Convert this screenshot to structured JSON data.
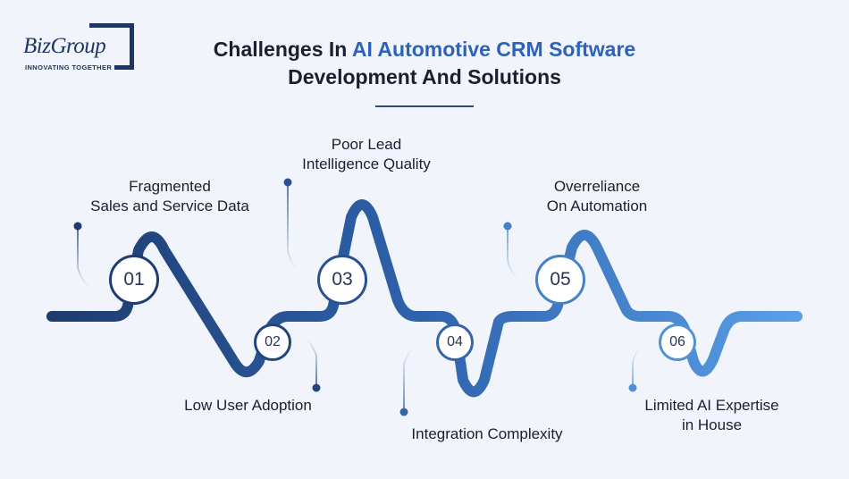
{
  "logo": {
    "name": "BizGroup",
    "tagline": "INNOVATING TOGETHER"
  },
  "title": {
    "prefix": "Challenges In ",
    "highlight": "AI Automotive CRM Software",
    "line2": "Development And Solutions"
  },
  "colors": {
    "accent": "#2c62b8",
    "dark_navy": "#1f3563",
    "wave_start": "#1f3b6f",
    "wave_end": "#5a9fe6"
  },
  "steps": [
    {
      "number": "01",
      "label_line1": "Fragmented",
      "label_line2": "Sales and Service Data"
    },
    {
      "number": "02",
      "label_line1": "Low User Adoption",
      "label_line2": ""
    },
    {
      "number": "03",
      "label_line1": "Poor Lead",
      "label_line2": "Intelligence Quality"
    },
    {
      "number": "04",
      "label_line1": "Integration Complexity",
      "label_line2": ""
    },
    {
      "number": "05",
      "label_line1": "Overreliance",
      "label_line2": "On Automation"
    },
    {
      "number": "06",
      "label_line1": "Limited AI Expertise",
      "label_line2": "in House"
    }
  ]
}
